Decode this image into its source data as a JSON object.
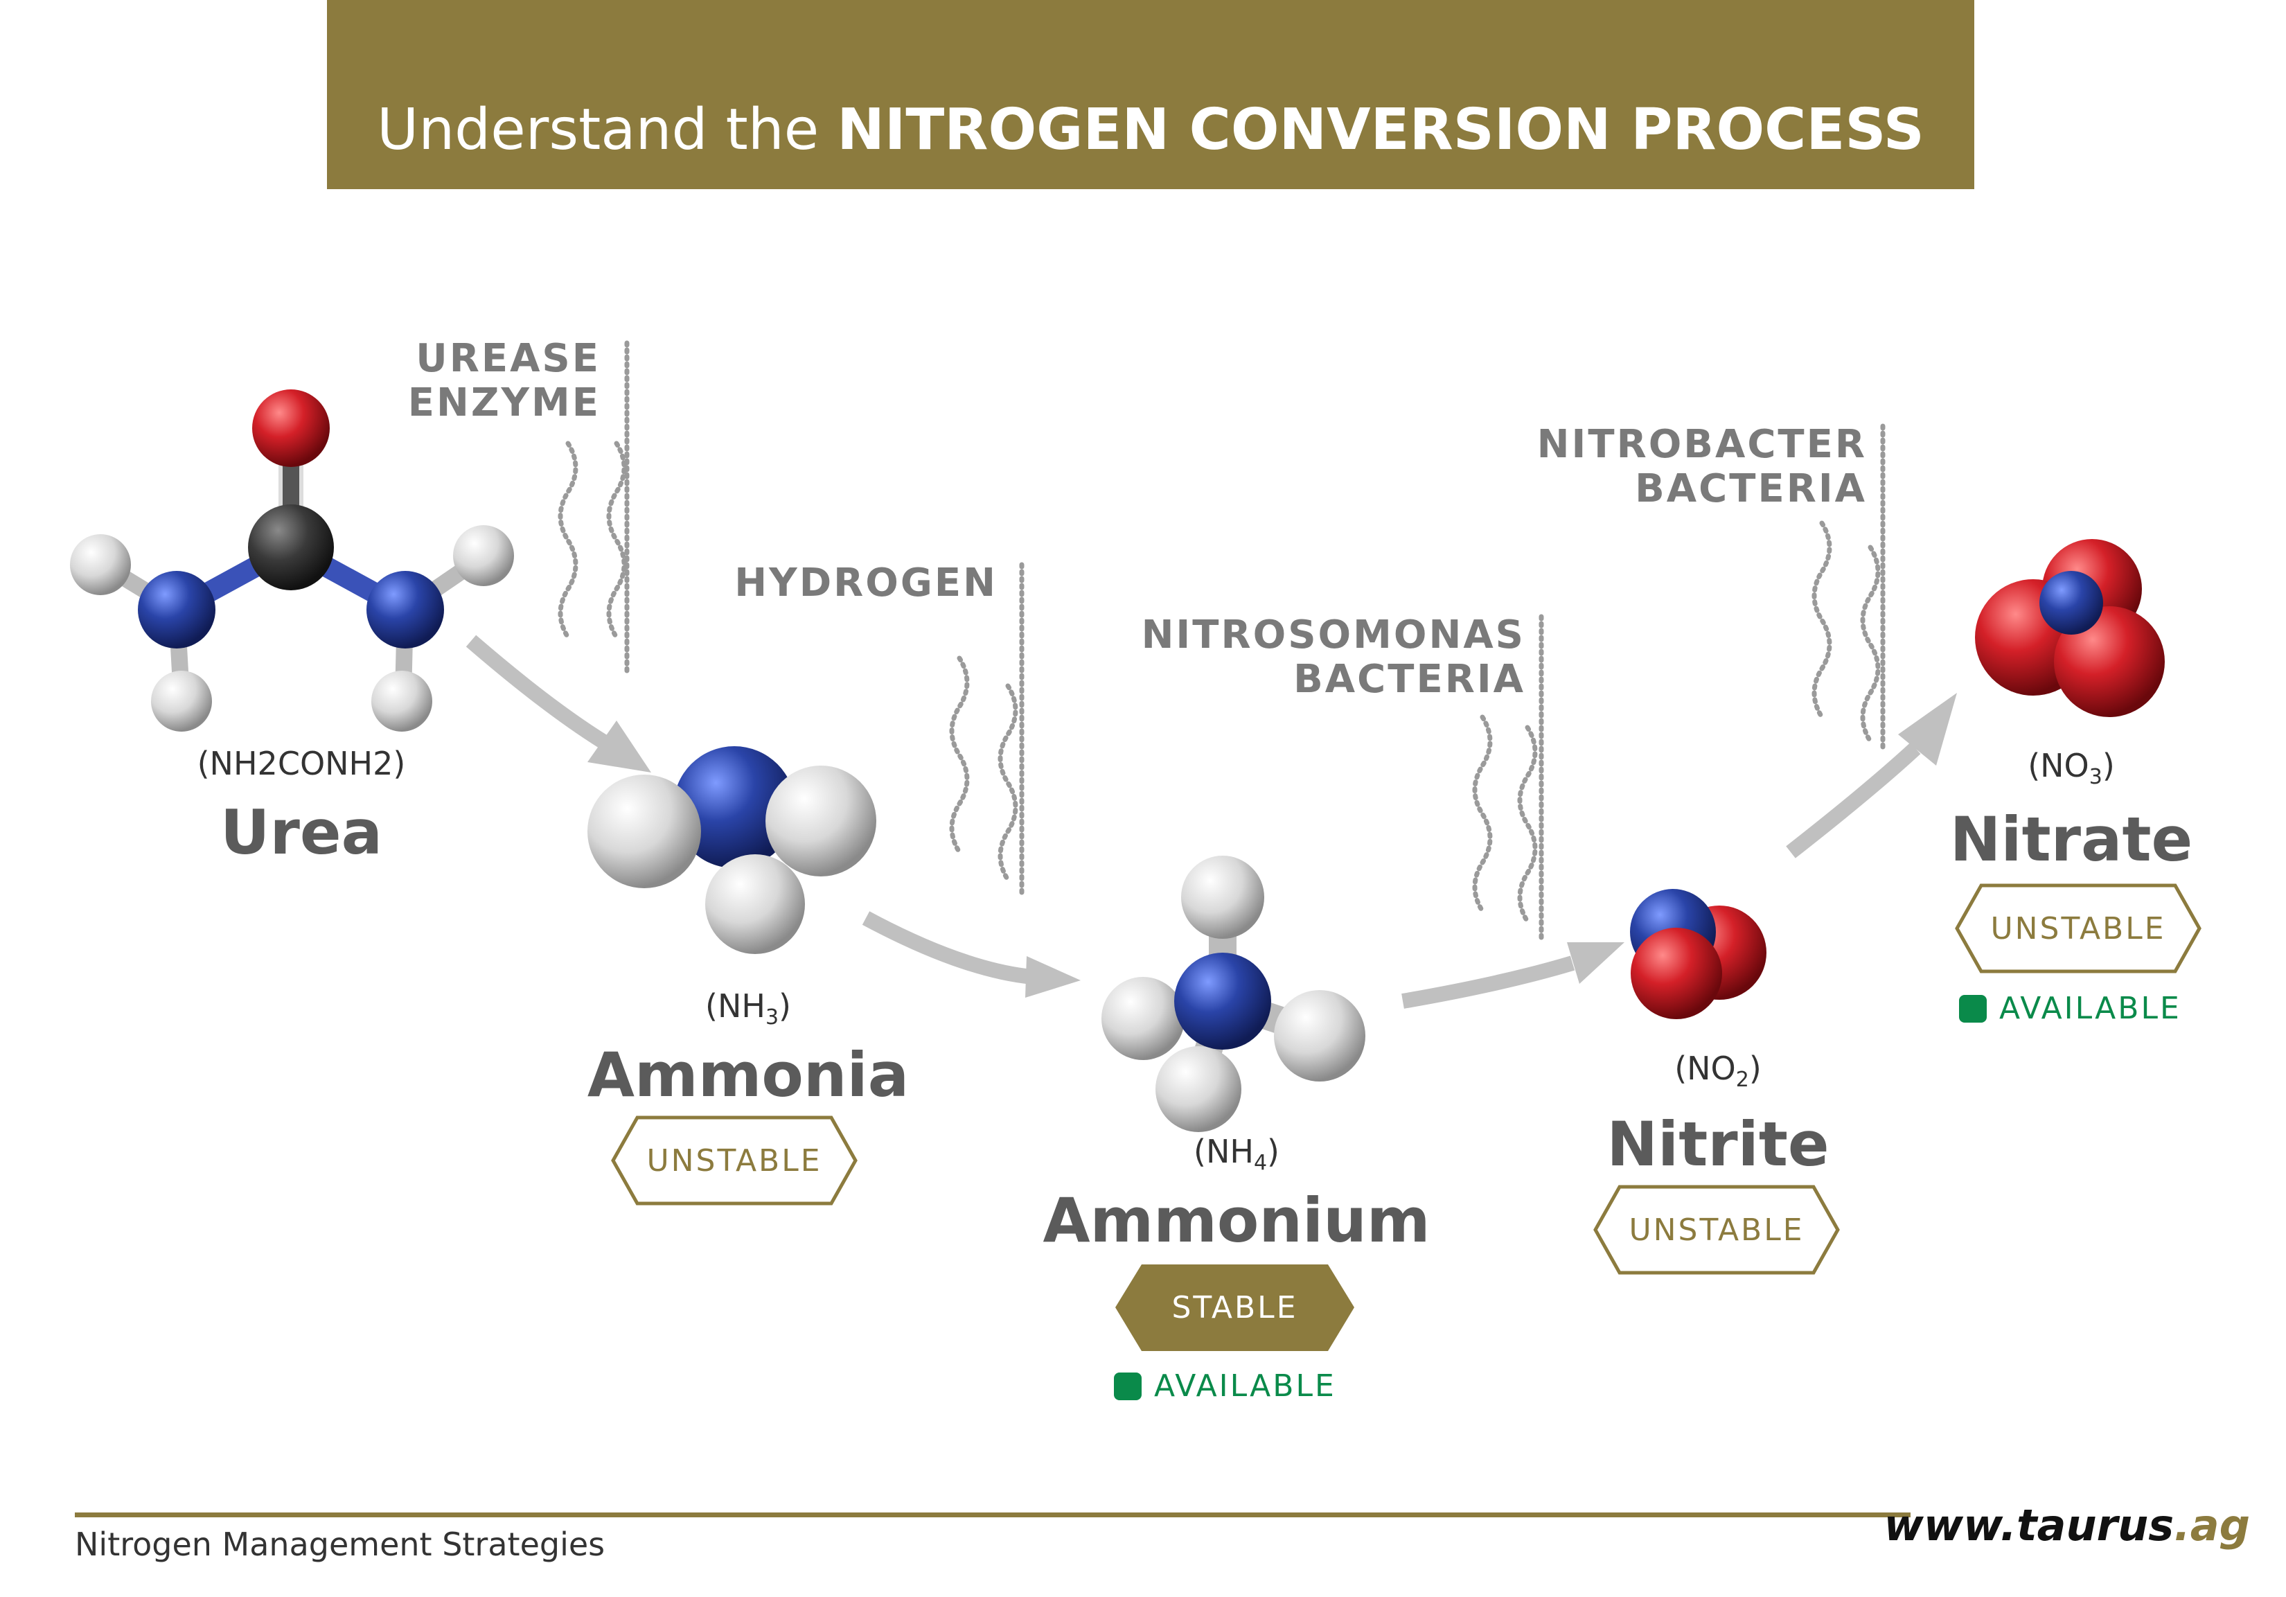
{
  "header": {
    "title_light": "Understand the",
    "title_bold": "NITROGEN CONVERSION PROCESS"
  },
  "enzymes": [
    {
      "line1": "UREASE",
      "line2": "ENZYME"
    },
    {
      "line1": "HYDROGEN",
      "line2": ""
    },
    {
      "line1": "NITROSOMONAS",
      "line2": "BACTERIA"
    },
    {
      "line1": "NITROBACTER",
      "line2": "BACTERIA"
    }
  ],
  "compounds": {
    "urea": {
      "formula": "(NH2CONH2)",
      "name": "Urea"
    },
    "ammonia": {
      "formula_pre": "(NH",
      "formula_sub": "3",
      "formula_post": ")",
      "name": "Ammonia",
      "status": "UNSTABLE"
    },
    "ammonium": {
      "formula_pre": "(NH",
      "formula_sub": "4",
      "formula_post": ")",
      "name": "Ammonium",
      "status": "STABLE",
      "availability": "AVAILABLE"
    },
    "nitrite": {
      "formula_pre": "(NO",
      "formula_sub": "2",
      "formula_post": ")",
      "name": "Nitrite",
      "status": "UNSTABLE"
    },
    "nitrate": {
      "formula_pre": "(NO",
      "formula_sub": "3",
      "formula_post": ")",
      "name": "Nitrate",
      "status": "UNSTABLE",
      "availability": "AVAILABLE"
    }
  },
  "footer": {
    "label": "Nitrogen Management Strategies",
    "website_main": "www.taurus",
    "website_accent": ".ag"
  },
  "colors": {
    "brand_gold": "#8c7b3e",
    "available_green": "#0a8a4a",
    "nitrogen_blue": "#2a44a8",
    "oxygen_red": "#d42028",
    "hydrogen_white": "#e8e8e8",
    "carbon_gray": "#3a3a3a"
  }
}
